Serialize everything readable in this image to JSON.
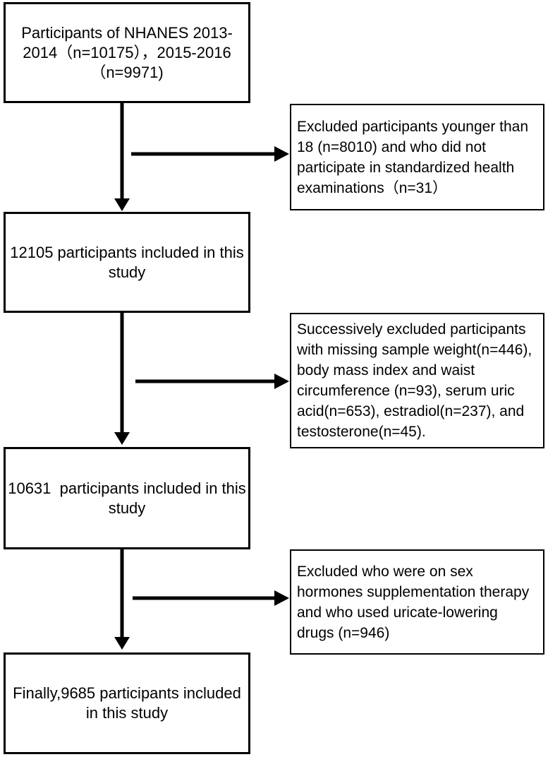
{
  "flowchart": {
    "main_boxes": [
      {
        "text": "Participants of NHANES 2013-\n2014（n=10175），2015-2016\n（n=9971)"
      },
      {
        "text": "12105 participants included in this\nstudy"
      },
      {
        "text": "10631  participants included in this\nstudy"
      },
      {
        "text": "Finally,9685 participants included\nin this study"
      }
    ],
    "exclusion_boxes": [
      {
        "text": "Excluded participants younger than\n18 (n=8010) and who did not\nparticipate in standardized health\nexaminations（n=31）"
      },
      {
        "text": "Successively excluded participants\nwith missing sample weight(n=446),\nbody mass index and waist\ncircumference (n=93), serum uric\nacid(n=653), estradiol(n=237), and\ntestosterone(n=45)."
      },
      {
        "text": "Excluded who were on sex\nhormones supplementation therapy\nand who used uricate-lowering\ndrugs (n=946)"
      }
    ],
    "colors": {
      "background": "#ffffff",
      "box_border": "#000000",
      "text": "#000000",
      "arrow": "#000000"
    }
  }
}
